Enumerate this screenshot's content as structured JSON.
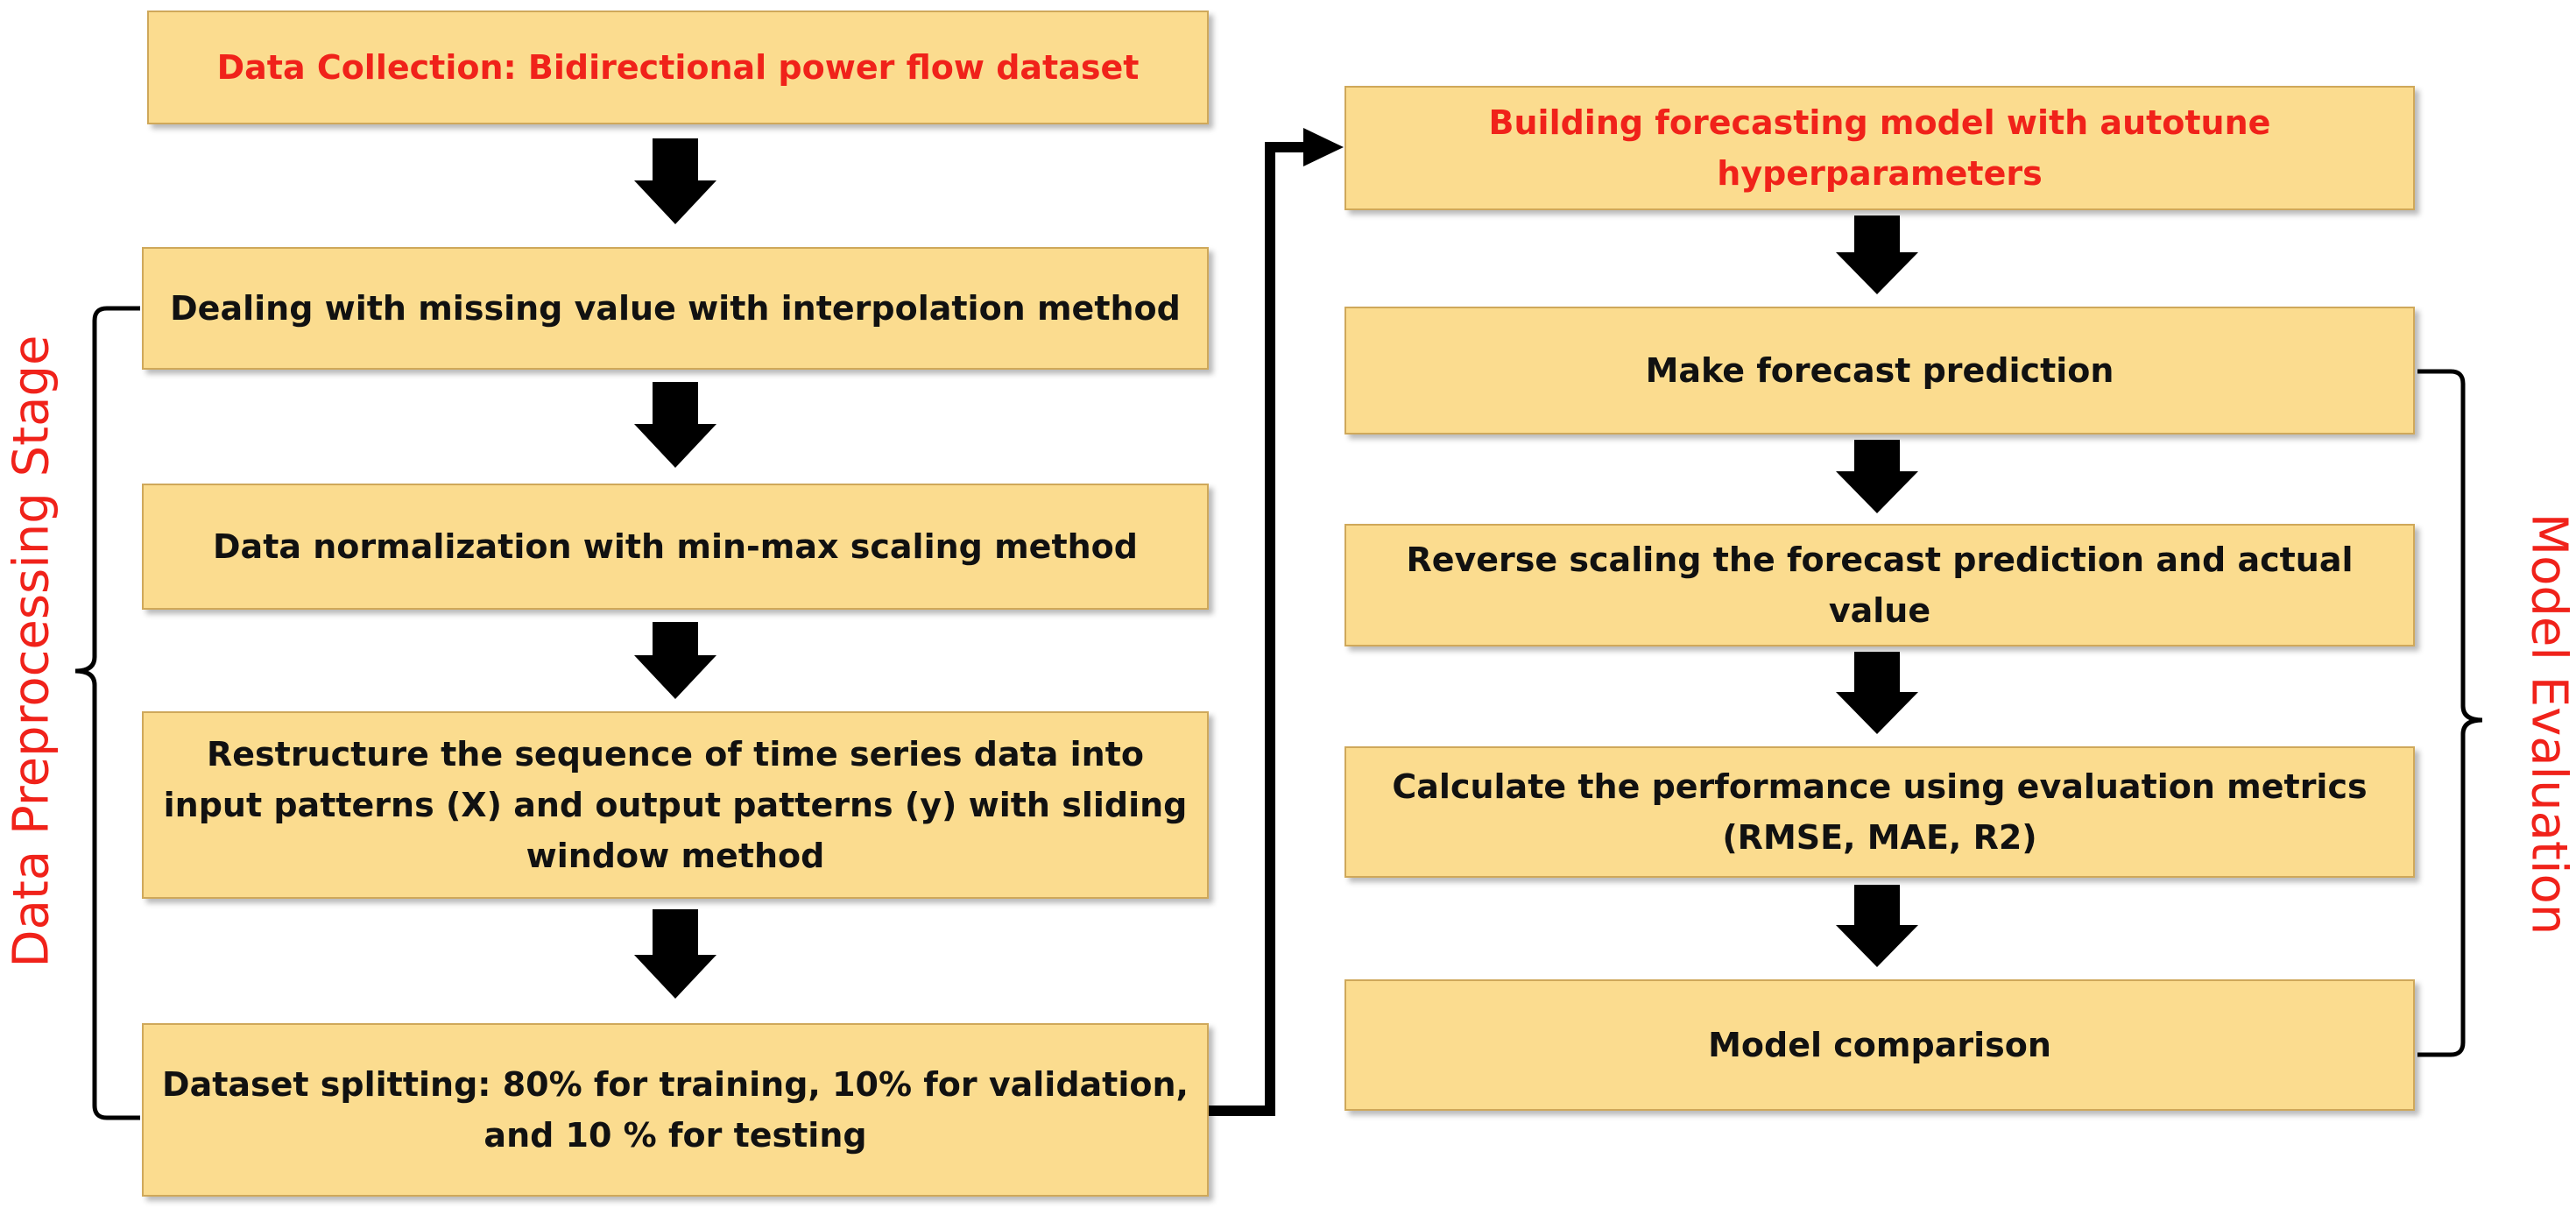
{
  "labels": {
    "left_stage": "Data Preprocessing Stage",
    "right_stage": "Model Evaluation"
  },
  "left_boxes": {
    "data_collection": "Data Collection: Bidirectional power flow dataset",
    "missing_value": "Dealing with missing value with interpolation method",
    "normalization": "Data normalization with min-max scaling method",
    "restructure": "Restructure the sequence of time series data into input patterns (X) and output patterns (y) with sliding window method",
    "splitting": "Dataset splitting: 80% for training, 10% for validation, and 10 % for testing"
  },
  "right_boxes": {
    "building_model": "Building forecasting model with autotune hyperparameters",
    "make_forecast": "Make forecast prediction",
    "reverse_scaling": "Reverse scaling the forecast prediction and actual value",
    "calculate_performance": "Calculate the performance using evaluation metrics (RMSE, MAE, R2)",
    "model_comparison": "Model comparison"
  },
  "colors": {
    "box_fill": "#fbdc8f",
    "box_border": "#cfa85a",
    "highlight_text": "#f0221a",
    "body_text": "#111111",
    "arrow": "#000000"
  }
}
